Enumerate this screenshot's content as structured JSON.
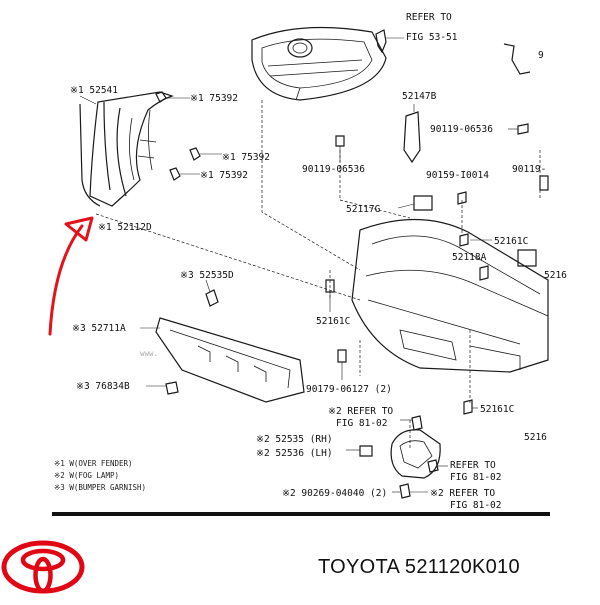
{
  "top_partial_label": "FIG 53-51",
  "labels": {
    "p52541": "※1 52541",
    "p75392a": "※1 75392",
    "p75392b": "※1 75392",
    "p75392c": "※1 75392",
    "p52112d": "※1 52112D",
    "p52535d": "※3 52535D",
    "p52711a": "※3 52711A",
    "p76834b": "※3 76834B",
    "p52147b": "52147B",
    "p90119_06536a": "90119-06536",
    "p90119_06536b": "90119-06536",
    "p90159": "90159-I0014",
    "p52117g": "52117G",
    "p52161c_a": "52161C",
    "p52118a": "52118A",
    "p52161c_b": "52161C",
    "p52161c_c": "52161C",
    "p52216_partial": "5216",
    "p90119_partial": "90119-",
    "p52_partial": "5216",
    "p9_partial": "9",
    "p90179": "90179-06127 (2)",
    "refer_top_a": "REFER TO",
    "refer_top_b": "FIG 53-51",
    "refer81a_a": "※2 REFER TO",
    "refer81a_b": "FIG 81-02",
    "p52535rh": "※2 52535 (RH)",
    "p52536lh": "※2 52536 (LH)",
    "refer81b_a": "REFER TO",
    "refer81b_b": "FIG 81-02",
    "p90269": "※2 90269-04040 (2)",
    "refer81c_a": "※2 REFER TO",
    "refer81c_b": "FIG 81-02"
  },
  "footnotes": [
    "※1 W(OVER FENDER)",
    "※2 W(FOG LAMP)",
    "※3 W(BUMPER GARNISH)"
  ],
  "watermark": "www.",
  "caption": "TOYOTA 521120K010",
  "colors": {
    "logo_red": "#e10613",
    "arrow_red": "#e3131b",
    "line": "#1a1a1a"
  }
}
